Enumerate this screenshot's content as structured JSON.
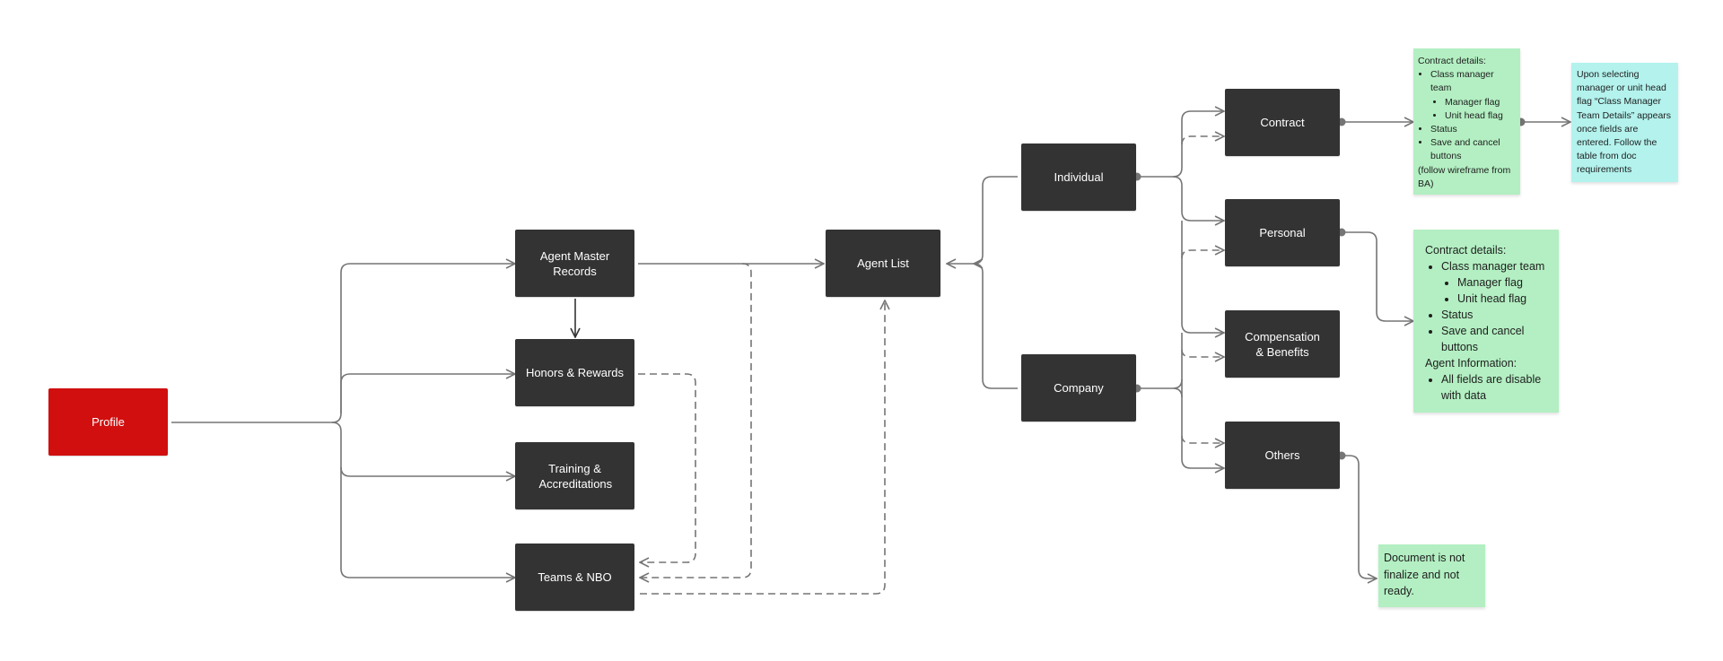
{
  "diagram": {
    "colors": {
      "node_bg": "#333333",
      "root_bg": "#d10f0f",
      "note_green": "#b3efc2",
      "note_cyan": "#b3f2ed",
      "connector": "#757575"
    },
    "nodes": {
      "profile": "Profile",
      "agent_master_records": "Agent Master Records",
      "honors_rewards": "Honors & Rewards",
      "training_accreditations": "Training & Accreditations",
      "teams_nbo": "Teams & NBO",
      "agent_list": "Agent List",
      "individual": "Individual",
      "company": "Company",
      "contract": "Contract",
      "personal": "Personal",
      "compensation_benefits": "Compensation & Benefits",
      "others": "Others"
    },
    "notes": {
      "contract_note": {
        "heading": "Contract details:",
        "item_1": "Class manager team",
        "sub_1": "Manager flag",
        "sub_2": "Unit head flag",
        "item_2": "Status",
        "item_3": "Save and cancel buttons",
        "footer": "(follow wireframe from BA)"
      },
      "class_manager_note": {
        "text": "Upon selecting manager or unit head flag “Class Manager Team Details” appears once fields are entered. Follow the table from doc requirements"
      },
      "personal_note": {
        "heading": "Contract details:",
        "item_1": "Class manager team",
        "sub_1": "Manager flag",
        "sub_2": "Unit head flag",
        "item_2": "Status",
        "item_3": "Save and cancel buttons",
        "heading_2": "Agent Information:",
        "item_4": "All fields are disable with data"
      },
      "others_note": {
        "text": "Document is not finalize and not ready."
      }
    },
    "edges": [
      {
        "from": "Profile",
        "to": "Agent Master Records",
        "style": "solid"
      },
      {
        "from": "Profile",
        "to": "Honors & Rewards",
        "style": "solid"
      },
      {
        "from": "Profile",
        "to": "Training & Accreditations",
        "style": "solid"
      },
      {
        "from": "Profile",
        "to": "Teams & NBO",
        "style": "solid"
      },
      {
        "from": "Agent Master Records",
        "to": "Honors & Rewards",
        "style": "solid"
      },
      {
        "from": "Agent Master Records",
        "to": "Agent List",
        "style": "solid"
      },
      {
        "from": "Honors & Rewards",
        "to": "Teams & NBO",
        "style": "dashed"
      },
      {
        "from": "Agent Master Records",
        "to": "Teams & NBO",
        "style": "dashed"
      },
      {
        "from": "Teams & NBO",
        "to": "Agent List",
        "style": "dashed"
      },
      {
        "from": "Individual",
        "to": "Agent List",
        "style": "solid"
      },
      {
        "from": "Company",
        "to": "Agent List",
        "style": "solid"
      },
      {
        "from": "Individual",
        "to": "Contract",
        "style": "solid"
      },
      {
        "from": "Individual",
        "to": "Personal",
        "style": "solid"
      },
      {
        "from": "Individual",
        "to": "Compensation & Benefits",
        "style": "solid"
      },
      {
        "from": "Individual",
        "to": "Others",
        "style": "solid"
      },
      {
        "from": "Company",
        "to": "Contract",
        "style": "dashed"
      },
      {
        "from": "Company",
        "to": "Personal",
        "style": "dashed"
      },
      {
        "from": "Company",
        "to": "Compensation & Benefits",
        "style": "dashed"
      },
      {
        "from": "Company",
        "to": "Others",
        "style": "dashed"
      },
      {
        "from": "Contract",
        "to": "Contract details note",
        "style": "solid"
      },
      {
        "from": "Contract details note",
        "to": "Class Manager note",
        "style": "solid"
      },
      {
        "from": "Personal",
        "to": "Personal details note",
        "style": "solid"
      },
      {
        "from": "Others",
        "to": "Document note",
        "style": "solid"
      }
    ]
  }
}
